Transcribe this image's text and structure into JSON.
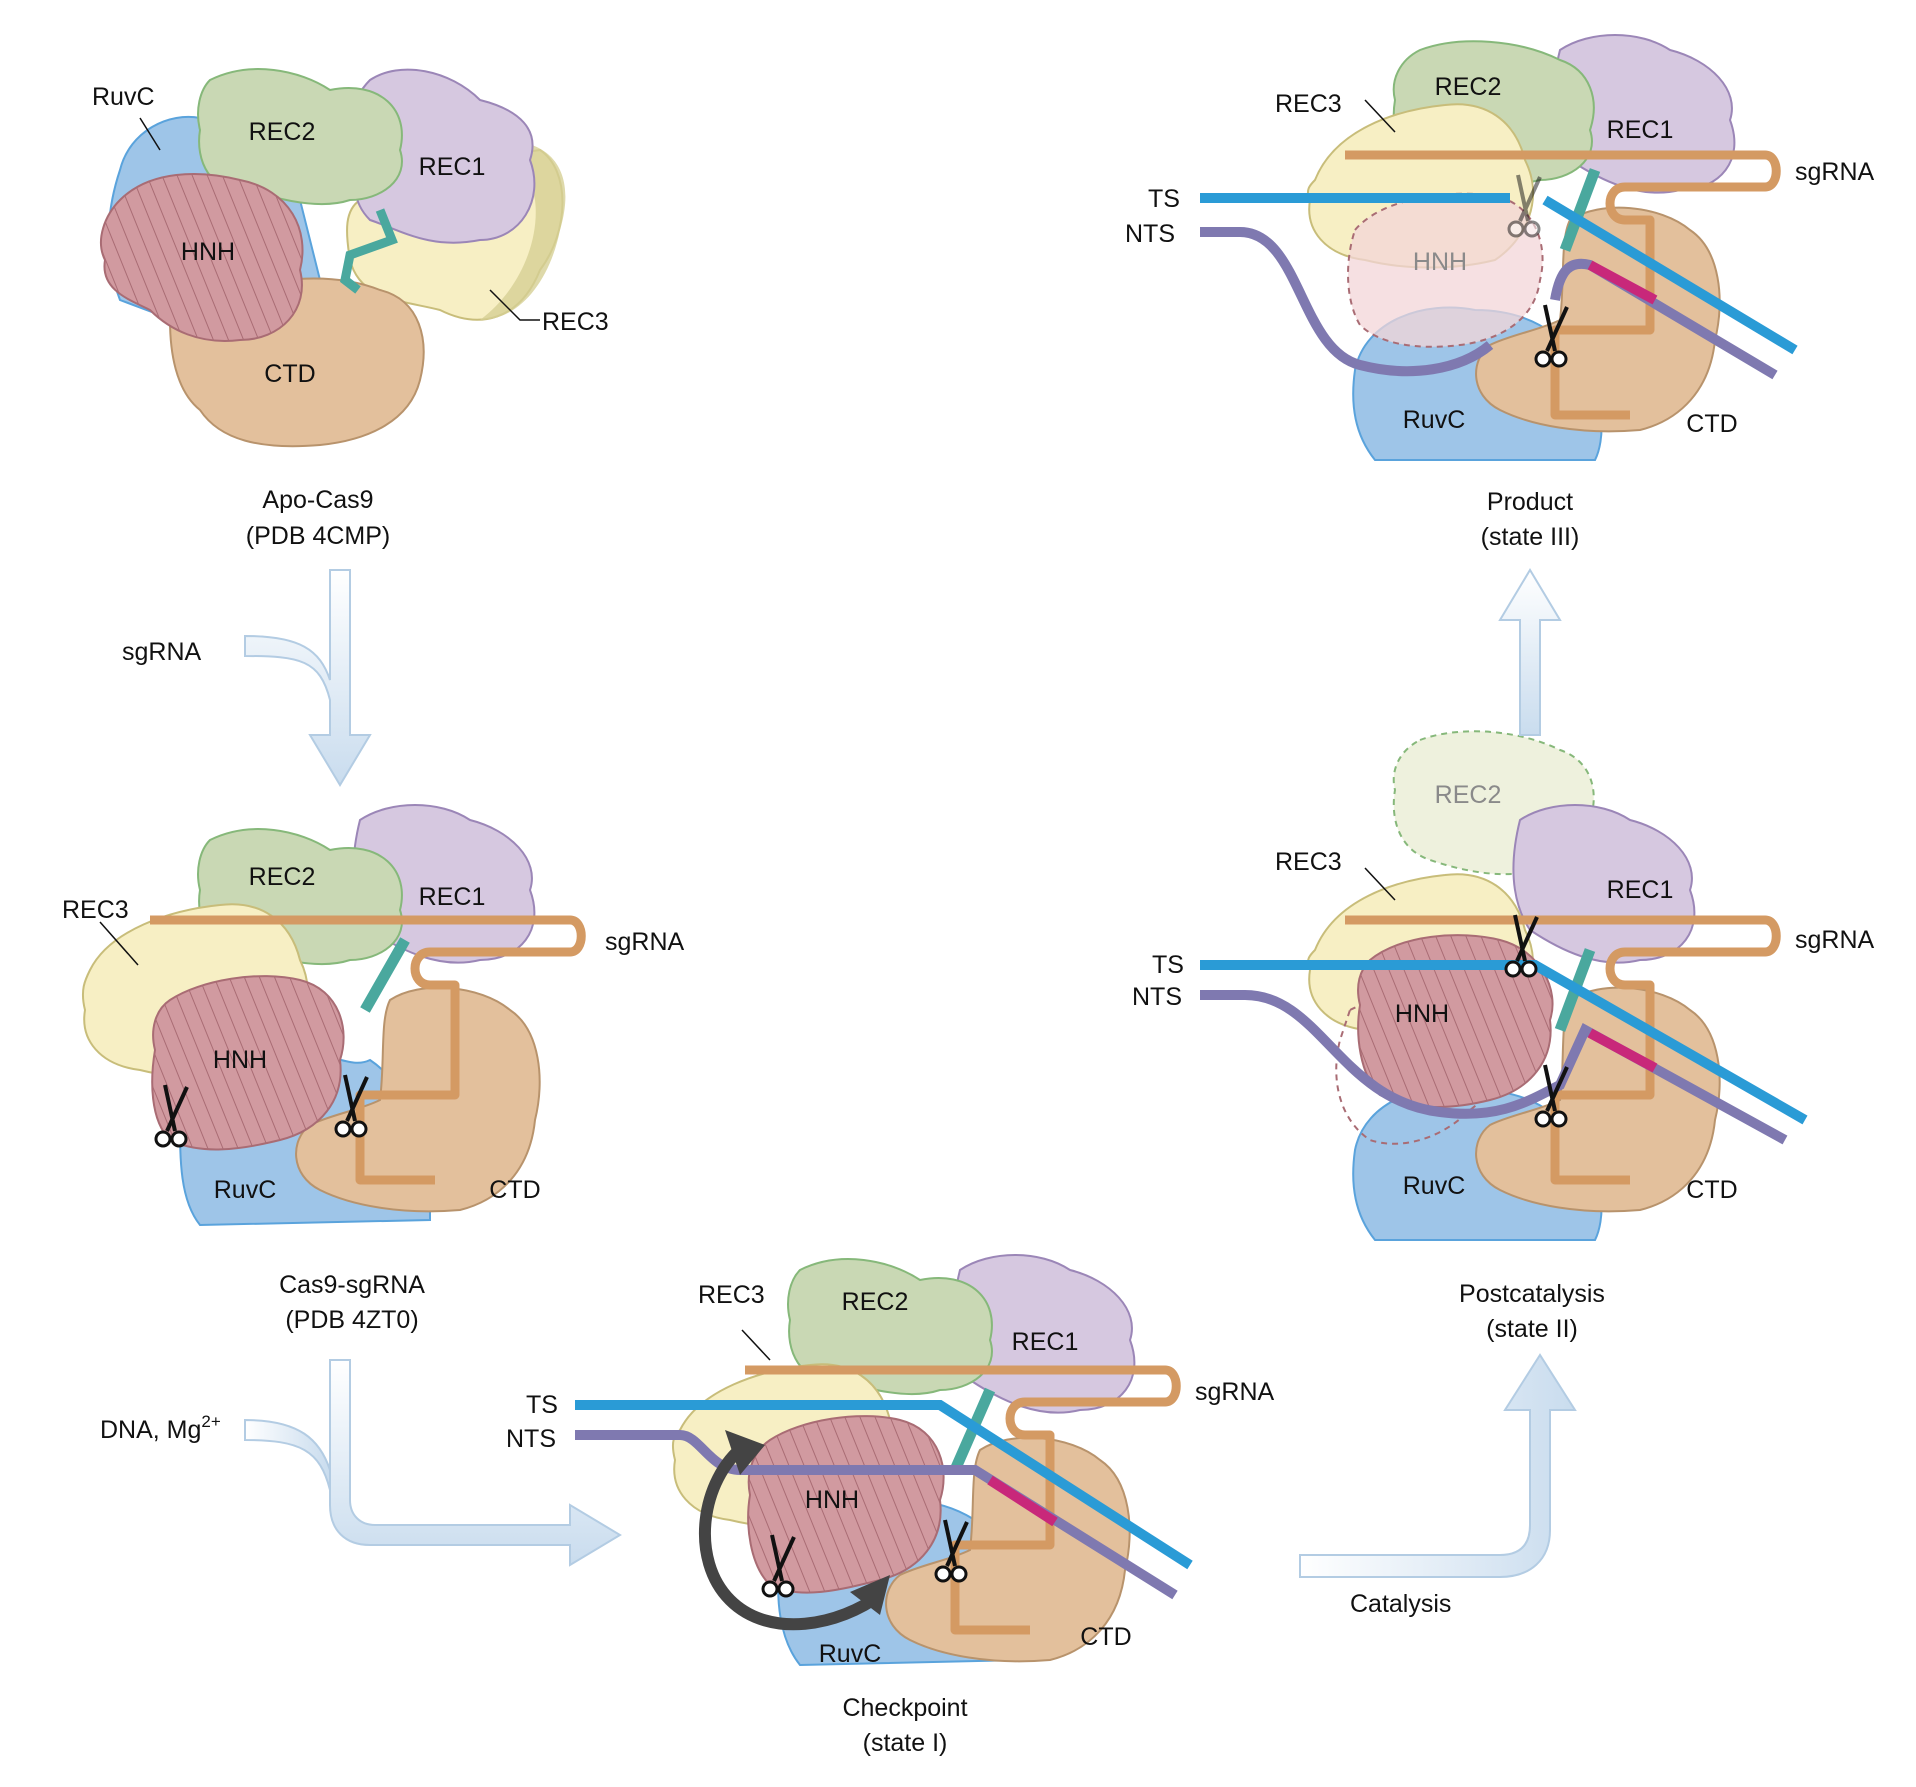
{
  "colors": {
    "ruvc": "#9ec5e8",
    "ruvc_edge": "#5aa3dc",
    "rec2": "#c9d8b4",
    "rec2_edge": "#86b87a",
    "rec1": "#d6c8e0",
    "rec1_edge": "#9b86b7",
    "rec3": "#f7efc4",
    "rec3_edge": "#c8bd7a",
    "hnh": "#d19aa0",
    "hnh_edge": "#a96c74",
    "ctd": "#e3c09c",
    "ctd_edge": "#b8936c",
    "sgrna": "#d49a63",
    "ts": "#2a9bd6",
    "nts": "#7f79b0",
    "pam": "#c8287a",
    "linker": "#4aa89e",
    "arrow": "#d6e6f3"
  },
  "domains": {
    "ruvc": "RuvC",
    "rec1": "REC1",
    "rec2": "REC2",
    "rec3": "REC3",
    "hnh": "HNH",
    "ctd": "CTD"
  },
  "strands": {
    "sgrna": "sgRNA",
    "ts": "TS",
    "nts": "NTS"
  },
  "states": {
    "apo": {
      "line1": "Apo-Cas9",
      "line2": "(PDB 4CMP)"
    },
    "binary": {
      "line1": "Cas9-sgRNA",
      "line2": "(PDB 4ZT0)"
    },
    "checkpoint": {
      "line1": "Checkpoint",
      "line2": "(state I)"
    },
    "postcatalysis": {
      "line1": "Postcatalysis",
      "line2": "(state II)"
    },
    "product": {
      "line1": "Product",
      "line2": "(state III)"
    }
  },
  "transitions": {
    "step1": "sgRNA",
    "step2_main": "DNA, Mg",
    "step2_sup": "2+",
    "step3": "Catalysis"
  },
  "icons": [
    "scissors-icon",
    "rotation-arrow-icon",
    "transition-arrow-icon"
  ]
}
